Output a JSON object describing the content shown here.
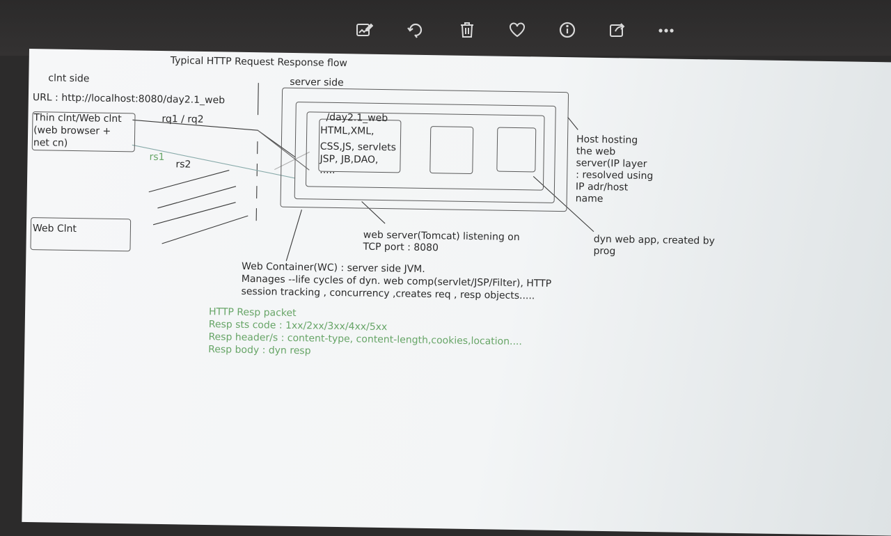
{
  "toolbar": {
    "buttons": [
      {
        "name": "edit-image-button",
        "icon": "edit-image-icon"
      },
      {
        "name": "rotate-button",
        "icon": "rotate-icon"
      },
      {
        "name": "delete-button",
        "icon": "trash-icon"
      },
      {
        "name": "favorite-button",
        "icon": "heart-icon"
      },
      {
        "name": "info-button",
        "icon": "info-icon"
      },
      {
        "name": "share-button",
        "icon": "share-icon"
      },
      {
        "name": "more-button",
        "icon": "more-dots-icon"
      }
    ],
    "color": "#d9d9d9"
  },
  "diagram": {
    "title": "Typical HTTP Request Response flow",
    "client_side": "clnt side",
    "server_side": "server side",
    "url": "URL : http://localhost:8080/day2.1_web",
    "thin_client": [
      "Thin clnt/Web clnt",
      "(web browser +",
      "net cn)"
    ],
    "rq": "rq1 / rq2",
    "rs1": "rs1",
    "rs2": "rs2",
    "web_client": "Web Clnt",
    "app_path": "/day2.1_web",
    "app_contents": [
      "HTML,XML,",
      "CSS,JS, servlets",
      "JSP, JB,DAO,",
      "....."
    ],
    "host_note": [
      "Host hosting",
      "the web",
      "server(IP layer",
      ": resolved using",
      "IP adr/host",
      "name"
    ],
    "web_server": [
      "web server(Tomcat) listening on",
      "TCP port : 8080"
    ],
    "dyn_app": [
      "dyn web app, created by",
      "prog"
    ],
    "web_container": [
      "Web Container(WC) : server side JVM.",
      "Manages --life cycles of dyn. web comp(servlet/JSP/Filter), HTTP",
      "session tracking , concurrency ,creates req , resp objects....."
    ],
    "resp_packet": [
      "HTTP Resp packet",
      "Resp sts code : 1xx/2xx/3xx/4xx/5xx",
      "Resp header/s : content-type, content-length,cookies,location....",
      "Resp body : dyn resp"
    ],
    "accent_green": "#67a567"
  }
}
